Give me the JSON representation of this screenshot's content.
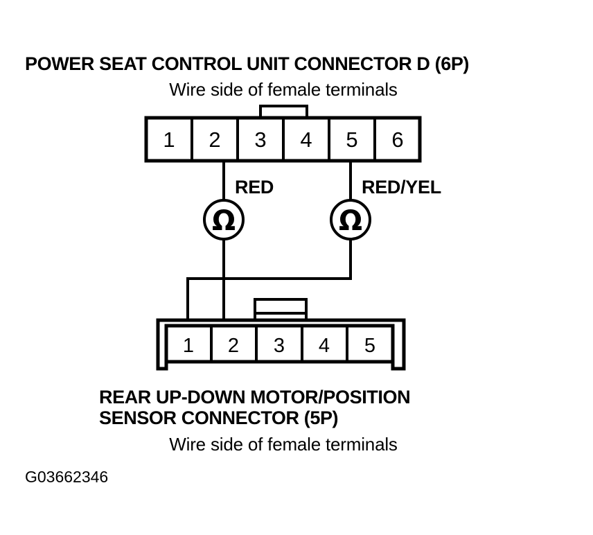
{
  "page": {
    "background_color": "#ffffff",
    "ink_color": "#000000",
    "reference_code": "G03662346"
  },
  "top_connector": {
    "title": "POWER SEAT CONTROL UNIT CONNECTOR D (6P)",
    "subtitle": "Wire side of female terminals",
    "pin_count": 6,
    "pins": [
      {
        "number": "1"
      },
      {
        "number": "2"
      },
      {
        "number": "3"
      },
      {
        "number": "4"
      },
      {
        "number": "5"
      },
      {
        "number": "6"
      }
    ]
  },
  "bottom_connector": {
    "title_line1": "REAR UP-DOWN MOTOR/POSITION",
    "title_line2": "SENSOR CONNECTOR (5P)",
    "subtitle": "Wire side of female terminals",
    "pin_count": 5,
    "pins": [
      {
        "number": "1"
      },
      {
        "number": "2"
      },
      {
        "number": "3"
      },
      {
        "number": "4"
      },
      {
        "number": "5"
      }
    ]
  },
  "wires": [
    {
      "label": "RED",
      "from_pin": "2",
      "to_pin": "2",
      "meter": "ohmmeter-left"
    },
    {
      "label": "RED/YEL",
      "from_pin": "5",
      "to_pin": "1",
      "meter": "ohmmeter-right"
    }
  ],
  "meters": [
    {
      "name": "ohmmeter-left",
      "symbol": "Ω"
    },
    {
      "name": "ohmmeter-right",
      "symbol": "Ω"
    }
  ]
}
